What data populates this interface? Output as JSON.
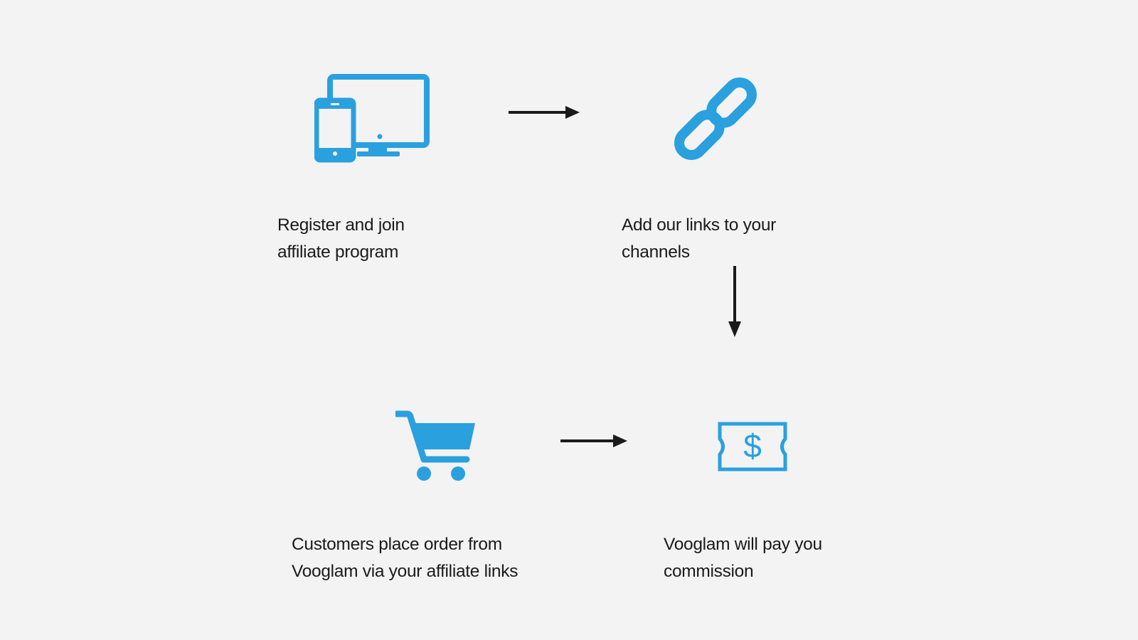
{
  "colors": {
    "background": "#f3f3f3",
    "icon_blue": "#2aa0df",
    "arrow": "#1a1a1a",
    "text": "#1a1a1a"
  },
  "steps": [
    {
      "icon": "devices-icon",
      "line1": "Register and join",
      "line2": "affiliate program"
    },
    {
      "icon": "link-icon",
      "line1": "Add our links to your",
      "line2": "channels"
    },
    {
      "icon": "cart-icon",
      "line1": "Customers place order from",
      "line2": "Vooglam via your affiliate links"
    },
    {
      "icon": "money-icon",
      "line1": "Vooglam will pay you",
      "line2": "commission"
    }
  ],
  "arrows": [
    {
      "from": "step-1",
      "to": "step-2",
      "direction": "right"
    },
    {
      "from": "step-2",
      "to": "step-4",
      "direction": "down"
    },
    {
      "from": "step-3",
      "to": "step-4",
      "direction": "right"
    }
  ]
}
